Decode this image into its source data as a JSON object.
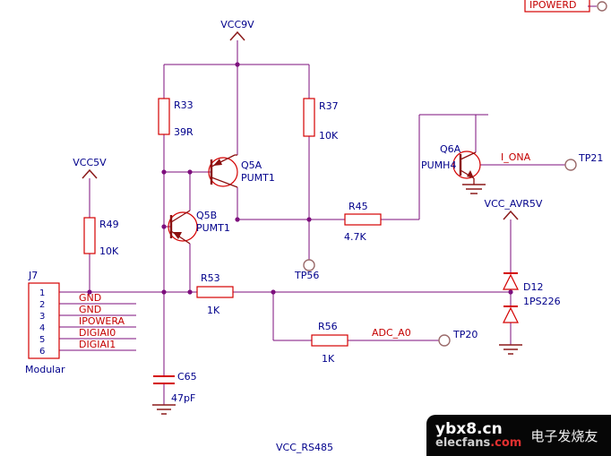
{
  "schematic": {
    "colors": {
      "wire": "#7d0f7d",
      "component_outline": "#d40000",
      "label_text": "#00008b",
      "net_label": "#c40000",
      "watermark_bg": "#060606"
    },
    "ports": {
      "vcc9v": "VCC9V",
      "vcc5v": "VCC5V",
      "vcc_avr5v": "VCC_AVR5V",
      "vcc_rs485": "VCC_RS485"
    },
    "components": {
      "r33": {
        "ref": "R33",
        "value": "39R"
      },
      "r37": {
        "ref": "R37",
        "value": "10K"
      },
      "r45": {
        "ref": "R45",
        "value": "4.7K"
      },
      "r49": {
        "ref": "R49",
        "value": "10K"
      },
      "r53": {
        "ref": "R53",
        "value": "1K"
      },
      "r56": {
        "ref": "R56",
        "value": "1K"
      },
      "c65": {
        "ref": "C65",
        "value": "47pF"
      },
      "d12": {
        "ref": "D12",
        "value": "1PS226"
      },
      "q5a": {
        "ref": "Q5A",
        "value": "PUMT1"
      },
      "q5b": {
        "ref": "Q5B",
        "value": "PUMT1"
      },
      "q6a": {
        "ref": "Q6A",
        "value": "PUMH4"
      }
    },
    "connector": {
      "ref": "J7",
      "note": "Modular",
      "pins": [
        {
          "num": "1",
          "net": ""
        },
        {
          "num": "2",
          "net": "GND"
        },
        {
          "num": "3",
          "net": "GND"
        },
        {
          "num": "4",
          "net": "IPOWERA"
        },
        {
          "num": "5",
          "net": "DIGIAI0"
        },
        {
          "num": "6",
          "net": "DIGIAI1"
        }
      ]
    },
    "net_labels": {
      "i_ona": "I_ONA",
      "adc_a0": "ADC_A0",
      "ipowerd": "IPOWERD"
    },
    "test_points": {
      "tp21": "TP21",
      "tp56": "TP56",
      "tp20": "TP20"
    }
  },
  "watermark": {
    "line1": "ybx8.cn",
    "site": "elecfans",
    "tld": ".com",
    "suffix": "电子发烧友"
  }
}
